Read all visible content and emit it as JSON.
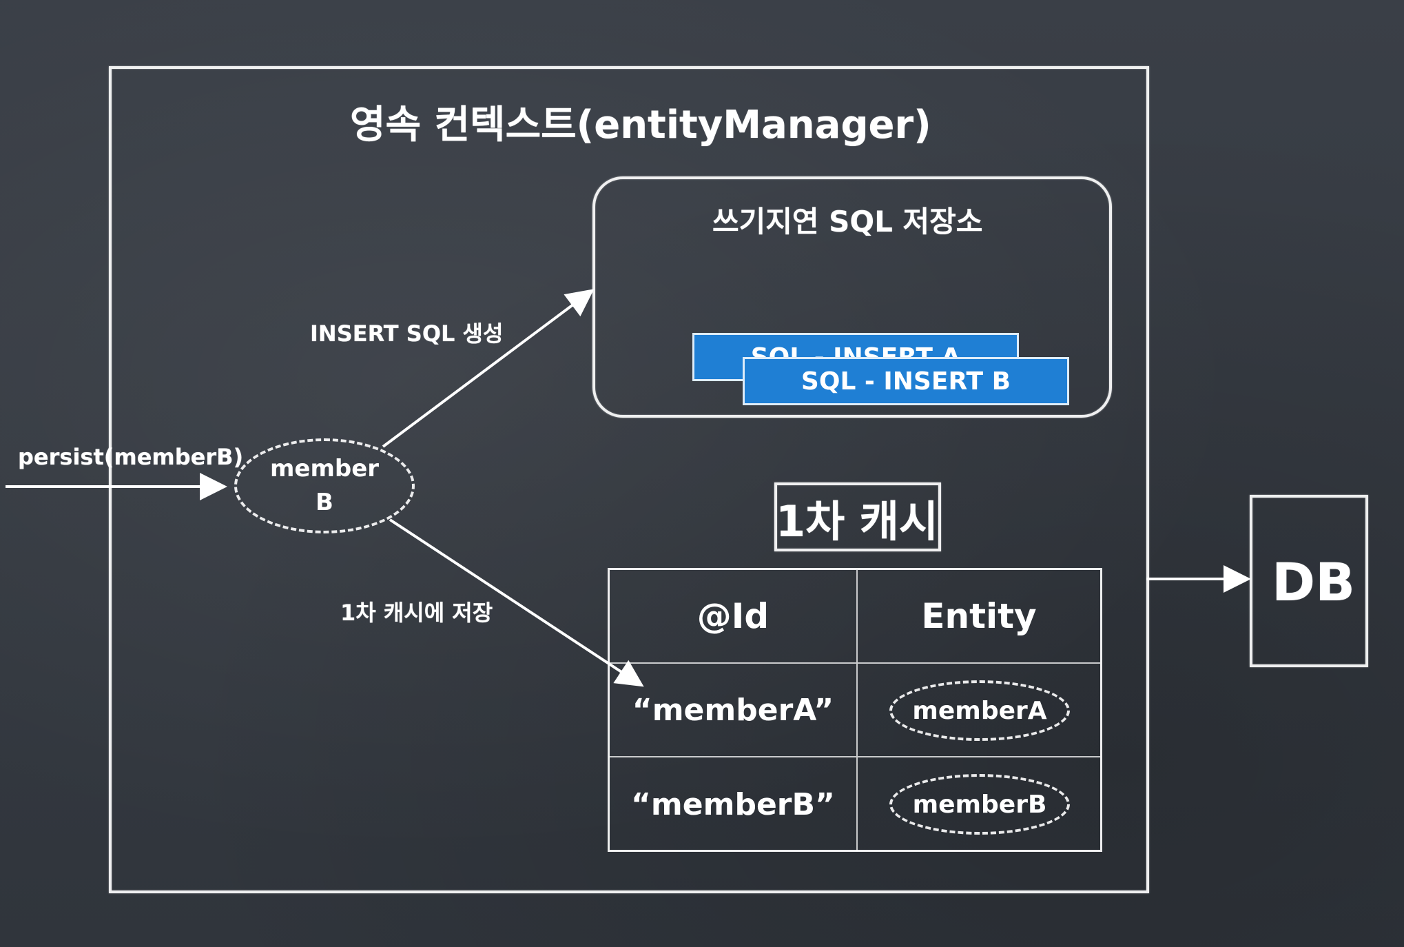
{
  "context": {
    "title": "영속 컨텍스트(entityManager)"
  },
  "write_behind": {
    "title": "쓰기지연 SQL 저장소",
    "sql_items": [
      "SQL - INSERT A",
      "SQL - INSERT B"
    ]
  },
  "cache": {
    "title": "1차 캐시",
    "headers": {
      "id": "@Id",
      "entity": "Entity"
    },
    "rows": [
      {
        "id": "“memberA”",
        "entity": "memberA"
      },
      {
        "id": "“memberB”",
        "entity": "memberB"
      }
    ]
  },
  "member": {
    "line1": "member",
    "line2": "B"
  },
  "labels": {
    "persist": "persist(memberB)",
    "insert_sql": "INSERT SQL 생성",
    "save_cache": "1차 캐시에 저장"
  },
  "db": {
    "label": "DB"
  },
  "colors": {
    "background": "#33383f",
    "chalk": "#ffffff",
    "sql_card": "#1f7fd4"
  }
}
